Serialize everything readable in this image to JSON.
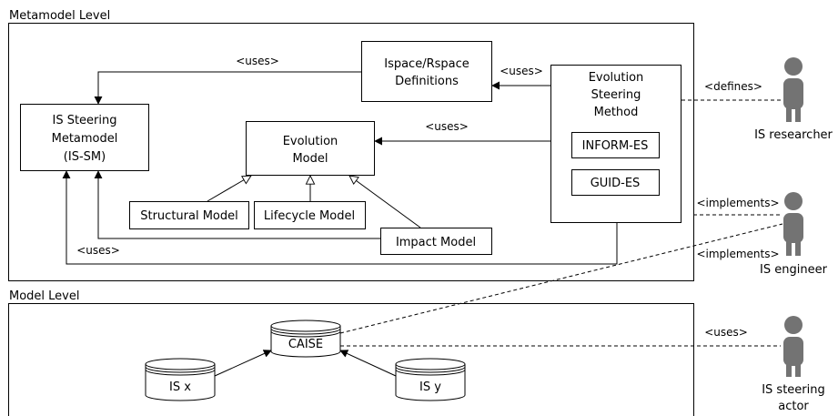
{
  "levels": {
    "metamodel": "Metamodel Level",
    "model": "Model Level"
  },
  "boxes": {
    "ispace": [
      "Ispace/Rspace",
      "Definitions"
    ],
    "is_steering": [
      "IS Steering",
      "Metamodel",
      "(IS-SM)"
    ],
    "evolution_model": [
      "Evolution",
      "Model"
    ],
    "evolution_steering": [
      "Evolution",
      "Steering",
      "Method"
    ],
    "inform_es": "INFORM-ES",
    "guid_es": "GUID-ES",
    "structural": "Structural Model",
    "lifecycle": "Lifecycle Model",
    "impact": "Impact Model"
  },
  "databases": {
    "caise": "CAISE",
    "is_x": "IS x",
    "is_y": "IS y"
  },
  "relations": {
    "uses": "<uses>",
    "defines": "<defines>",
    "implements": "<implements>"
  },
  "actors": {
    "researcher": [
      "IS researcher"
    ],
    "engineer": [
      "IS engineer"
    ],
    "steering_actor": [
      "IS steering",
      "actor"
    ]
  }
}
